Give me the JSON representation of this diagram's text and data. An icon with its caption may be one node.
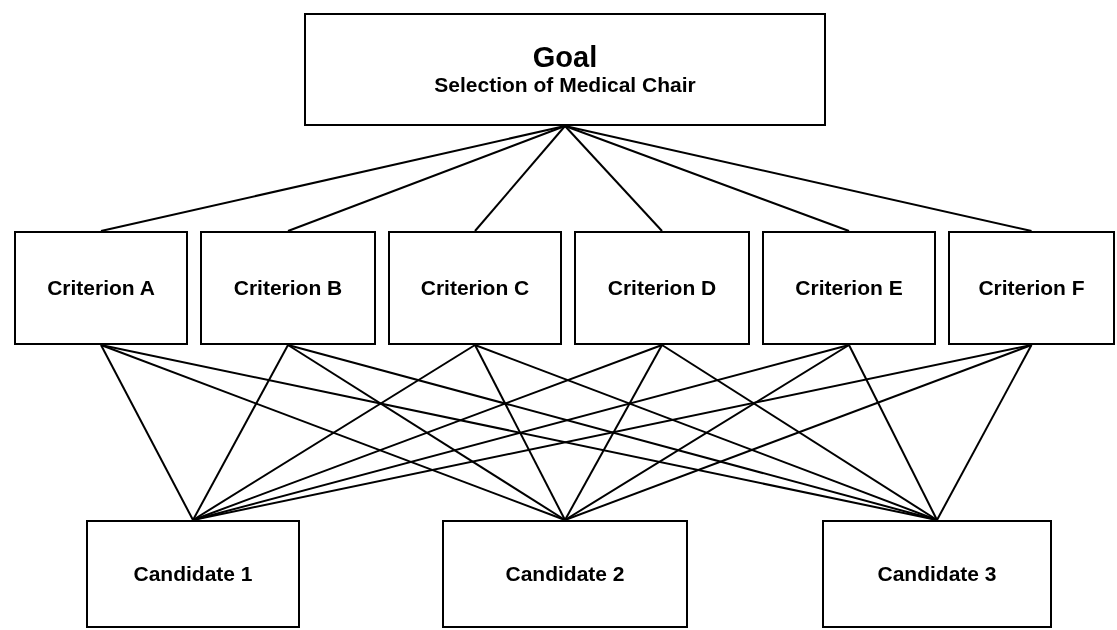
{
  "diagram": {
    "nodes": [
      {
        "text": [
          "Goal",
          "Selection of Medical Chair"
        ]
      },
      {
        "text": [
          "Criterion A"
        ]
      },
      {
        "text": [
          "Criterion B"
        ]
      },
      {
        "text": [
          "Criterion C"
        ]
      },
      {
        "text": [
          "Criterion D"
        ]
      },
      {
        "text": [
          "Criterion E"
        ]
      },
      {
        "text": [
          "Criterion F"
        ]
      },
      {
        "text": [
          "Candidate 1"
        ]
      },
      {
        "text": [
          "Candidate 2"
        ]
      },
      {
        "text": [
          "Candidate 3"
        ]
      }
    ],
    "edges": [
      {
        "from": 0,
        "to": 1,
        "arrow": "none"
      },
      {
        "from": 0,
        "to": 2,
        "arrow": "none"
      },
      {
        "from": 0,
        "to": 3,
        "arrow": "none"
      },
      {
        "from": 0,
        "to": 4,
        "arrow": "none"
      },
      {
        "from": 0,
        "to": 5,
        "arrow": "none"
      },
      {
        "from": 0,
        "to": 6,
        "arrow": "none"
      },
      {
        "from": 1,
        "to": 7,
        "arrow": "none"
      },
      {
        "from": 1,
        "to": 8,
        "arrow": "none"
      },
      {
        "from": 1,
        "to": 9,
        "arrow": "none"
      },
      {
        "from": 2,
        "to": 7,
        "arrow": "none"
      },
      {
        "from": 2,
        "to": 8,
        "arrow": "none"
      },
      {
        "from": 2,
        "to": 9,
        "arrow": "none"
      },
      {
        "from": 3,
        "to": 7,
        "arrow": "none"
      },
      {
        "from": 3,
        "to": 8,
        "arrow": "none"
      },
      {
        "from": 3,
        "to": 9,
        "arrow": "none"
      },
      {
        "from": 4,
        "to": 7,
        "arrow": "none"
      },
      {
        "from": 4,
        "to": 8,
        "arrow": "none"
      },
      {
        "from": 4,
        "to": 9,
        "arrow": "none"
      },
      {
        "from": 5,
        "to": 7,
        "arrow": "none"
      },
      {
        "from": 5,
        "to": 8,
        "arrow": "none"
      },
      {
        "from": 5,
        "to": 9,
        "arrow": "none"
      },
      {
        "from": 6,
        "to": 7,
        "arrow": "none"
      },
      {
        "from": 6,
        "to": 8,
        "arrow": "none"
      },
      {
        "from": 6,
        "to": 9,
        "arrow": "none"
      }
    ]
  }
}
